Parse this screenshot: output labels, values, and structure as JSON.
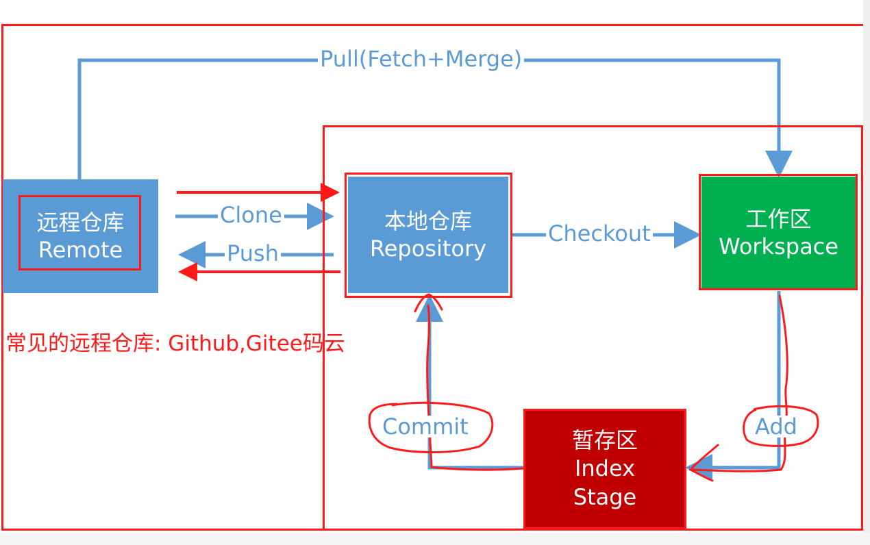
{
  "colors": {
    "blue": "#5b9bd5",
    "green": "#00b050",
    "dark_red": "#c00000",
    "annotation_red": "#ff1a1a"
  },
  "nodes": {
    "remote": {
      "line1": "远程仓库",
      "line2": "Remote"
    },
    "repository": {
      "line1": "本地仓库",
      "line2": "Repository"
    },
    "workspace": {
      "line1": "工作区",
      "line2": "Workspace"
    },
    "index": {
      "line1": "暂存区",
      "line2": "Index",
      "line3": "Stage"
    }
  },
  "edges": {
    "pull": "Pull(Fetch+Merge)",
    "clone": "Clone",
    "push": "Push",
    "checkout": "Checkout",
    "add": "Add",
    "commit": "Commit"
  },
  "annotation": {
    "common_remotes": "常见的远程仓库: Github,Gitee码云"
  }
}
